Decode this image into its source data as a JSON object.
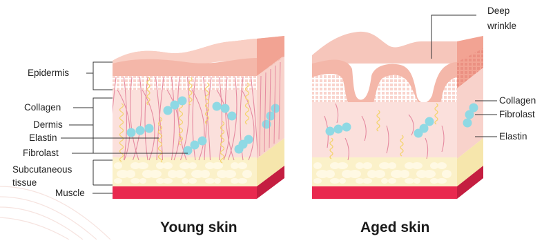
{
  "left_labels": {
    "epidermis": "Epidermis",
    "collagen": "Collagen",
    "dermis": "Dermis",
    "elastin": "Elastin",
    "fibrolast": "Fibrolast",
    "subcutaneous_1": "Subcutaneous",
    "subcutaneous_2": "tissue",
    "muscle": "Muscle"
  },
  "right_labels": {
    "deep_wrinkle_1": "Deep",
    "deep_wrinkle_2": "wrinkle",
    "collagen": "Collagen",
    "fibrolast": "Fibrolast",
    "elastin": "Elastin"
  },
  "captions": {
    "young": "Young skin",
    "aged": "Aged skin"
  },
  "colors": {
    "epidermis_top": "#F6C6BB",
    "epidermis_side": "#F2A393",
    "dermis": "#FBE0DC",
    "subcutaneous": "#FBF1C9",
    "fat_cells": "#FFF9E4",
    "muscle": "#E9294F",
    "muscle_side": "#C41E40",
    "fibroblast": "#8FD9E4",
    "collagen_fiber": "#F4D470",
    "elastin_fiber": "#E58AA0"
  }
}
